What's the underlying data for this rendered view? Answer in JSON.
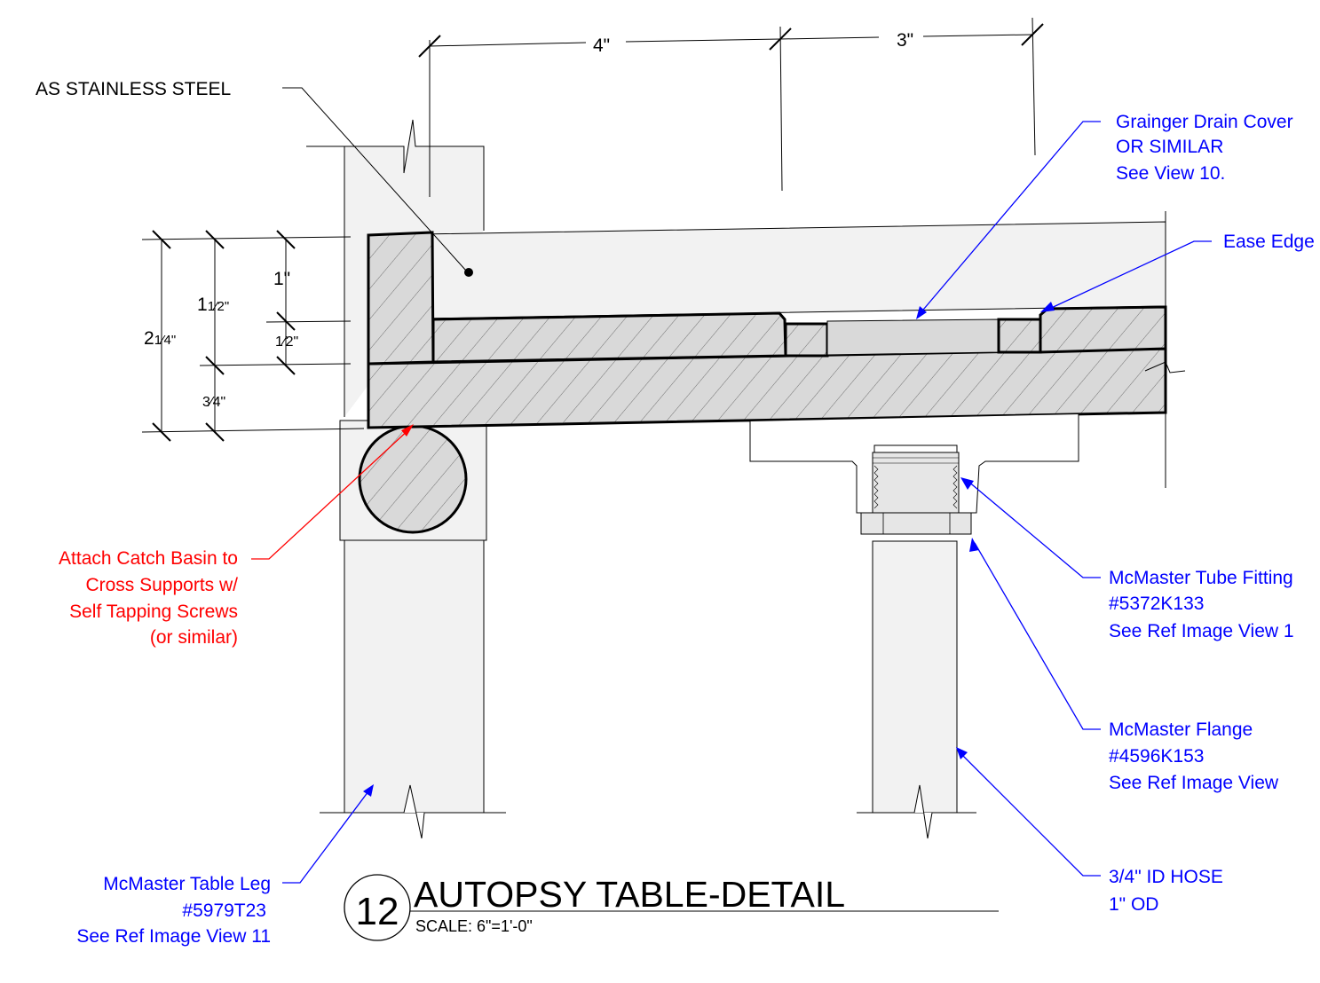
{
  "title": {
    "view_number": "12",
    "title": "AUTOPSY TABLE-DETAIL",
    "scale": "SCALE: 6\"=1'-0\""
  },
  "dimensions": {
    "top_left": "4\"",
    "top_right": "3\"",
    "total_height": "2",
    "total_height_frac": "1⁄4\"",
    "upper_height": "1",
    "upper_height_frac": "1⁄2\"",
    "one_inch": "1\"",
    "half_inch": "1⁄2\"",
    "three_quarter": "3⁄4\""
  },
  "annotations": {
    "stainless": "AS STAINLESS STEEL",
    "drain_line1": "Grainger Drain Cover",
    "drain_line2": "OR SIMILAR",
    "drain_line3": "See View 10.",
    "ease_edge": "Ease Edge",
    "tube_line1": "McMaster Tube Fitting",
    "tube_line2": "#5372K133",
    "tube_line3": "See Ref Image View 1",
    "flange_line1": "McMaster Flange",
    "flange_line2": "#4596K153",
    "flange_line3": "See Ref Image View",
    "hose_line1": "3/4\" ID HOSE",
    "hose_line2": "1\" OD",
    "leg_line1": "McMaster Table Leg",
    "leg_line2": "#5979T23",
    "leg_line3": "See Ref Image View 11",
    "catch_line1": "Attach Catch Basin to",
    "catch_line2": "Cross Supports w/",
    "catch_line3": "Self Tapping Screws",
    "catch_line4": "(or similar)"
  },
  "colors": {
    "line": "#000000",
    "blue_note": "#0000ff",
    "red_note": "#ff0000",
    "section_fill": "#d9d9d9",
    "member_fill": "#f2f2f2"
  }
}
